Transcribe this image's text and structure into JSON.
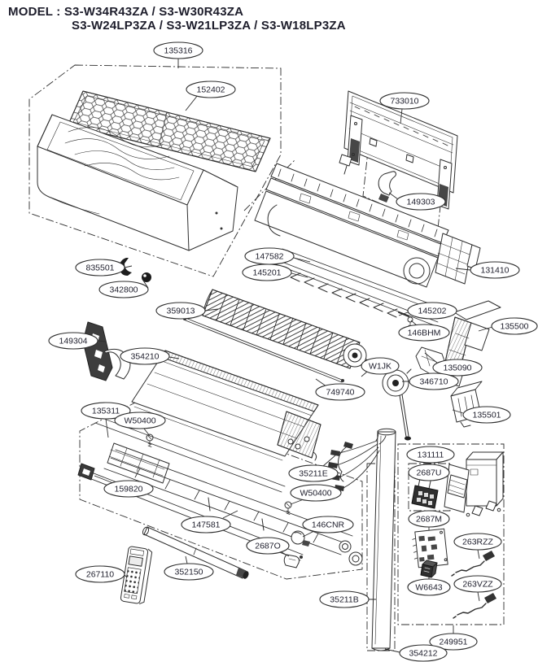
{
  "title": {
    "line1": "MODEL : S3-W34R43ZA / S3-W30R43ZA",
    "line2": "S3-W24LP3ZA / S3-W21LP3ZA / S3-W18LP3ZA"
  },
  "callouts": [
    "135316",
    "152402",
    "733010",
    "149303",
    "147582",
    "145201",
    "131410",
    "835501",
    "342800",
    "359013",
    "145202",
    "146BHM",
    "135500",
    "149304",
    "354210",
    "W1JK",
    "135090",
    "346710",
    "749740",
    "135501",
    "135311",
    "W50400",
    "35211E",
    "W50400",
    "159820",
    "147581",
    "146CNR",
    "2687O",
    "267110",
    "352150",
    "35211B",
    "131111",
    "2687U",
    "2687M",
    "W6643",
    "263RZZ",
    "263VZZ",
    "249951",
    "354212"
  ],
  "colors": {
    "line": "#2e2e2e",
    "label_text": "#1d1d2b",
    "background": "#ffffff"
  }
}
